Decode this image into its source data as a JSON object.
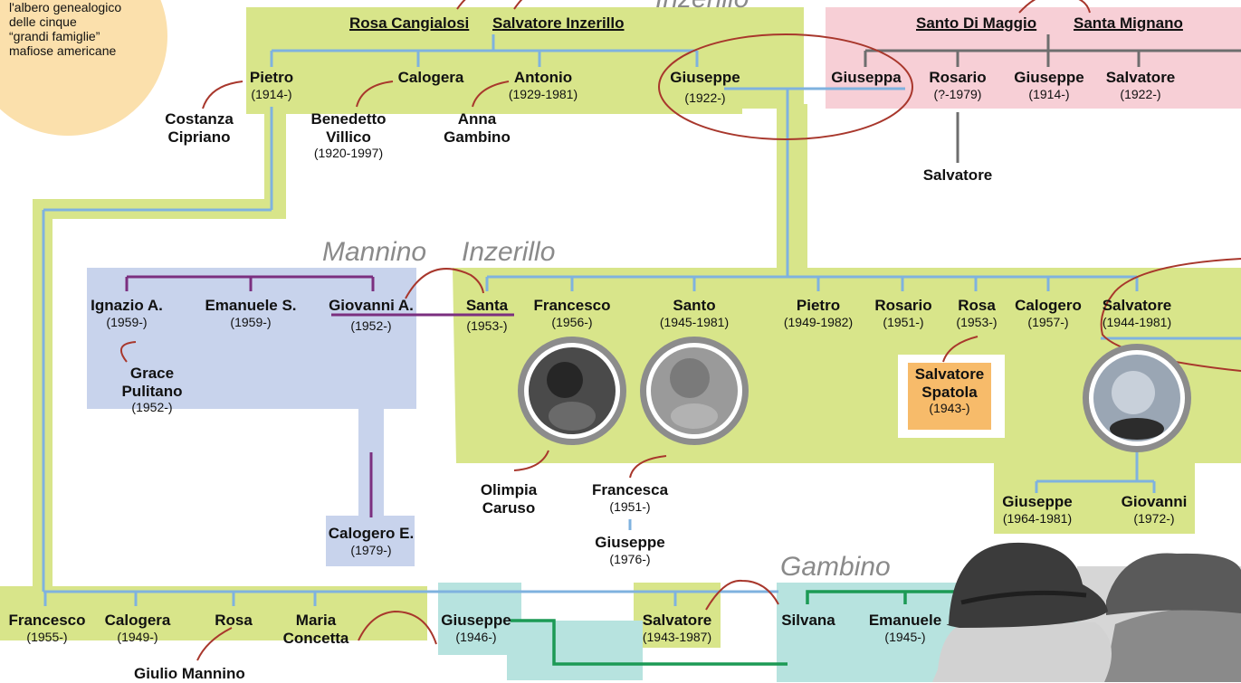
{
  "note": [
    "l'albero genealogico",
    "delle cinque",
    "“grandi famiglie”",
    "mafiose americane"
  ],
  "families": {
    "inzerillo_top": "Inzerillo",
    "mannino": "Mannino",
    "inzerillo_mid": "Inzerillo",
    "gambino": "Gambino"
  },
  "colors": {
    "green": "#d8e58a",
    "pink": "#f7cfd6",
    "blue": "#c8d3ec",
    "teal": "#b7e3df",
    "orange": "#f7bb6a",
    "line_blue": "#7fb2df",
    "line_purple": "#7b2f7f",
    "line_green": "#1c9a55",
    "line_gray": "#6e6e6e",
    "arc_red": "#a8372c"
  },
  "people": {
    "rosa_cangialosi": "Rosa Cangialosi",
    "salvatore_inzerillo_sr": "Salvatore Inzerillo",
    "pietro_1914": {
      "name": "Pietro",
      "years": "(1914-)"
    },
    "calogera_top": "Calogera",
    "antonio": {
      "name": "Antonio",
      "years": "(1929-1981)"
    },
    "giuseppe_1922": {
      "name": "Giuseppe",
      "years": "(1922-)"
    },
    "costanza": [
      "Costanza",
      "Cipriano"
    ],
    "benedetto": [
      "Benedetto",
      "Villico",
      "(1920-1997)"
    ],
    "anna": [
      "Anna",
      "Gambino"
    ],
    "santo_di_maggio": "Santo Di Maggio",
    "santa_mignano": "Santa Mignano",
    "giuseppa": "Giuseppa",
    "rosario_top": {
      "name": "Rosario",
      "years": "(?-1979)"
    },
    "giuseppe_1914": {
      "name": "Giuseppe",
      "years": "(1914-)"
    },
    "salvatore_1922": {
      "name": "Salvatore",
      "years": "(1922-)"
    },
    "salvatore_child": "Salvatore",
    "ignazio": {
      "name": "Ignazio A.",
      "years": "(1959-)"
    },
    "emanuele_s": {
      "name": "Emanuele S.",
      "years": "(1959-)"
    },
    "giovanni_a": {
      "name": "Giovanni A.",
      "years": "(1952-)"
    },
    "grace": [
      "Grace",
      "Pulitano",
      "(1952-)"
    ],
    "calogero_e": {
      "name": "Calogero E.",
      "years": "(1979-)"
    },
    "santa": {
      "name": "Santa",
      "years": "(1953-)"
    },
    "francesco_1956": {
      "name": "Francesco",
      "years": "(1956-)"
    },
    "santo": {
      "name": "Santo",
      "years": "(1945-1981)"
    },
    "pietro_1949": {
      "name": "Pietro",
      "years": "(1949-1982)"
    },
    "rosario_1951": {
      "name": "Rosario",
      "years": "(1951-)"
    },
    "rosa_1953": {
      "name": "Rosa",
      "years": "(1953-)"
    },
    "calogero_1957": {
      "name": "Calogero",
      "years": "(1957-)"
    },
    "salvatore_1944": {
      "name": "Salvatore",
      "years": "(1944-1981)"
    },
    "spatola": [
      "Salvatore",
      "Spatola",
      "(1943-)"
    ],
    "olimpia": [
      "Olimpia",
      "Caruso"
    ],
    "francesca": {
      "name": "Francesca",
      "years": "(1951-)"
    },
    "giuseppe_1976": {
      "name": "Giuseppe",
      "years": "(1976-)"
    },
    "giuseppe_1964": {
      "name": "Giuseppe",
      "years": "(1964-1981)"
    },
    "giovanni_1972": {
      "name": "Giovanni",
      "years": "(1972-)"
    },
    "francesco_1955": {
      "name": "Francesco",
      "years": "(1955-)"
    },
    "calogera_1949": {
      "name": "Calogera",
      "years": "(1949-)"
    },
    "rosa_bottom": "Rosa",
    "maria": [
      "Maria",
      "Concetta"
    ],
    "giulio": "Giulio Mannino",
    "giuseppe_1946": {
      "name": "Giuseppe",
      "years": "(1946-)"
    },
    "salvatore_1943": {
      "name": "Salvatore",
      "years": "(1943-1987)"
    },
    "silvana": "Silvana",
    "emanuele_1945": {
      "name": "Emanuele",
      "years": "(1945-)"
    }
  }
}
